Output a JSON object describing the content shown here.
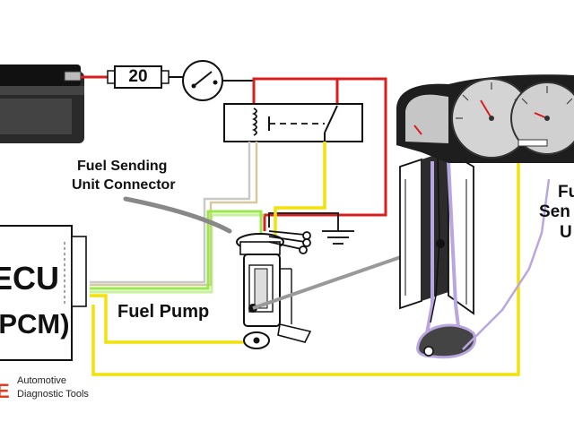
{
  "fuse": {
    "rating": "20"
  },
  "labels": {
    "sending_unit_connector_line1": "Fuel Sending",
    "sending_unit_connector_line2": "Unit Connector",
    "ecu_line1": "ECU",
    "ecu_line2": "(PCM)",
    "fuel_pump": "Fuel Pump",
    "sending_unit_cut_line1": "Fu",
    "sending_unit_cut_line2": "Sen",
    "sending_unit_cut_line3": "U"
  },
  "brand": {
    "mark": "E",
    "line1": "Automotive",
    "line2": "Diagnostic Tools"
  },
  "wire_colors": {
    "power": "#d81e1e",
    "signal": "#f2e20c",
    "sensor": "#9be84a",
    "float_arm": "#b9a6e0",
    "ground": "#222222"
  },
  "icons": [
    "battery",
    "fuse",
    "switch",
    "relay",
    "ground-symbol",
    "fuel-pump-assembly",
    "sending-unit",
    "instrument-cluster"
  ]
}
